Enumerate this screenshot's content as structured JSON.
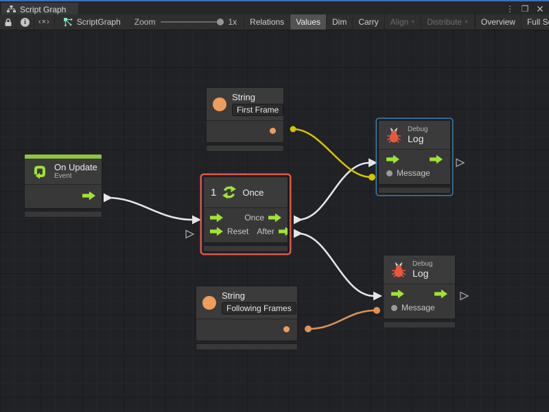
{
  "window": {
    "tab": "Script Graph",
    "controls": {
      "menu": "⋮",
      "maximize": "❐",
      "close": "✕"
    }
  },
  "toolbar": {
    "code_icon_text": "‹×›",
    "graph_name": "ScriptGraph",
    "zoom_label": "Zoom",
    "zoom_value": "1x",
    "buttons": [
      {
        "label": "Relations",
        "state": "normal"
      },
      {
        "label": "Values",
        "state": "active"
      },
      {
        "label": "Dim",
        "state": "normal"
      },
      {
        "label": "Carry",
        "state": "normal"
      },
      {
        "label": "Align",
        "state": "disabled",
        "dropdown": true
      },
      {
        "label": "Distribute",
        "state": "disabled",
        "dropdown": true
      },
      {
        "label": "Overview",
        "state": "normal"
      },
      {
        "label": "Full Screen",
        "state": "normal"
      }
    ]
  },
  "graph": {
    "nodes": {
      "on_update": {
        "title": "On Update",
        "subtitle": "Event"
      },
      "string_first": {
        "title": "String",
        "value": "First Frame"
      },
      "once": {
        "count": "1",
        "title": "Once",
        "out_once_label": "Once",
        "in_reset_label": "Reset",
        "out_after_label": "After",
        "selected": true
      },
      "debug_top": {
        "kind": "Debug",
        "title": "Log",
        "message_label": "Message",
        "selected": true
      },
      "string_following": {
        "title": "String",
        "value": "Following Frames"
      },
      "debug_bottom": {
        "kind": "Debug",
        "title": "Log",
        "message_label": "Message"
      }
    },
    "connections": [
      {
        "from": "on_update.flow_out",
        "to": "once.flow_in",
        "color": "white"
      },
      {
        "from": "once.out_once",
        "to": "debug_top.flow_in",
        "color": "white"
      },
      {
        "from": "once.out_after",
        "to": "debug_bottom.flow_in",
        "color": "white"
      },
      {
        "from": "string_first.value_out",
        "to": "debug_top.message_in",
        "color": "yellow"
      },
      {
        "from": "string_following.value_out",
        "to": "debug_bottom.message_in",
        "color": "orange"
      }
    ]
  },
  "colors": {
    "focus_blue": "#3E71B8",
    "flow_green": "#9FE434",
    "event_strip": "#8DC63F",
    "value_orange": "#EE9D5C",
    "bug_red": "#E8593C",
    "selection_red": "#E0564A",
    "selection_blue": "#3D7EAB",
    "wire_white": "#E6E6E6",
    "wire_yellow": "#D4C400",
    "wire_orange": "#DE9356",
    "message_dot": "#9A9A9A"
  }
}
